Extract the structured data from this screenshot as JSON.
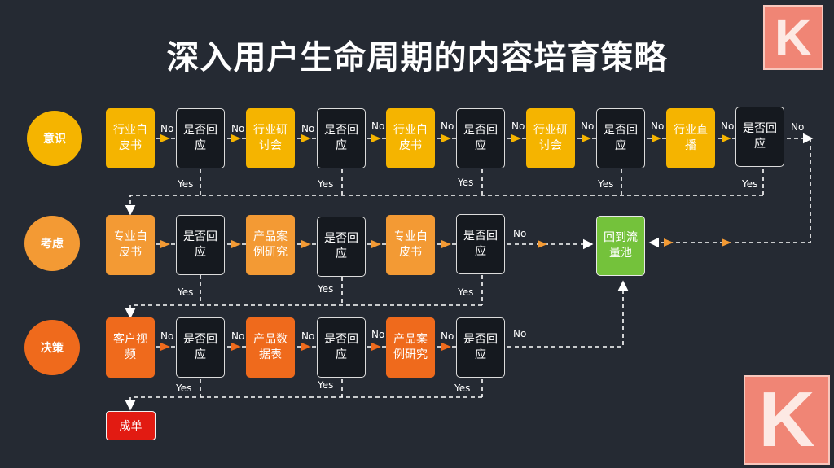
{
  "title": "深入用户生命周期的内容培育策略",
  "logo_letter": "K",
  "stages": {
    "awareness": "意识",
    "consideration": "考虑",
    "decision": "决策"
  },
  "content": {
    "a1": "行业白皮书",
    "a2": "行业研讨会",
    "a3": "行业白皮书",
    "a4": "行业研讨会",
    "a5": "行业直播",
    "c1": "专业白皮书",
    "c2": "产品案例研究",
    "c3": "专业白皮书",
    "d1": "客户视频",
    "d2": "产品数据表",
    "d3": "产品案例研究"
  },
  "decision_label": "是否回应",
  "pool": "回到流量池",
  "done": "成单",
  "edge_labels": {
    "no": "No",
    "yes": "Yes"
  },
  "colors": {
    "background": "#252a33",
    "awareness": "#f5b400",
    "consideration": "#f39a34",
    "decision": "#ef6a1c",
    "pool": "#74c23b",
    "done": "#e21b12"
  }
}
